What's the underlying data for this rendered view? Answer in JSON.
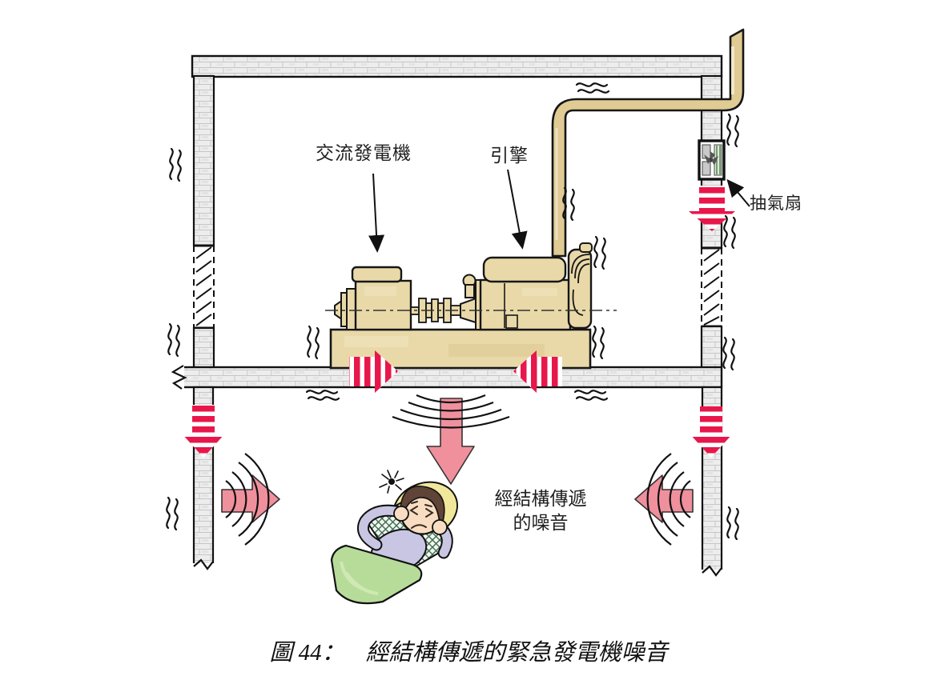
{
  "figure": {
    "number": "44",
    "caption_prefix": "圖 44：",
    "caption_title": "經結構傳遞的緊急發電機噪音"
  },
  "labels": {
    "alternator": "交流發電機",
    "engine": "引擎",
    "exhaust_fan": "抽氣扇",
    "structure_noise_line1": "經結構傳遞",
    "structure_noise_line2": "的噪音"
  },
  "colors": {
    "machine_tan": "#e9d9a8",
    "pipe_tan": "#dfcb93",
    "wall_gray": "#ededed",
    "stripe_red": "#e8174b",
    "noise_pink": "#f0909d",
    "blanket_green": "#b7dc9a",
    "pillow_yellow": "#f1e79b",
    "skin": "#f8ddc2",
    "pajama_lavender": "#c9c6e3",
    "hair_brown": "#5f4437"
  }
}
